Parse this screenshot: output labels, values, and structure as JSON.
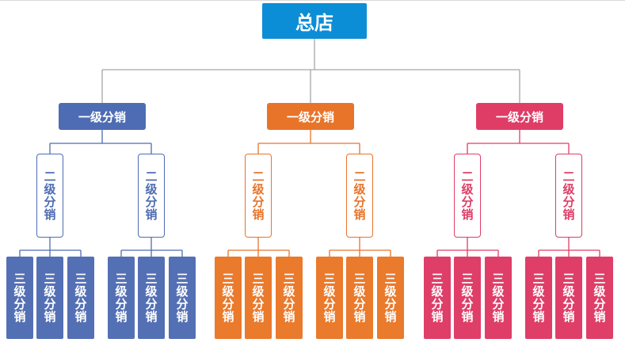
{
  "root": {
    "label": "总店",
    "color": "#0b8ed6"
  },
  "line_color": "#a6a6a6",
  "branches": [
    {
      "label": "一级分销",
      "color": "#4e6cb3",
      "tier3_color": "#5470b5",
      "children": [
        {
          "label": "二级分销",
          "children": [
            "三级分销",
            "三级分销",
            "三级分销"
          ]
        },
        {
          "label": "二级分销",
          "children": [
            "三级分销",
            "三级分销",
            "三级分销"
          ]
        }
      ]
    },
    {
      "label": "一级分销",
      "color": "#e8742a",
      "tier3_color": "#ea7a2c",
      "children": [
        {
          "label": "二级分销",
          "children": [
            "三级分销",
            "三级分销",
            "三级分销"
          ]
        },
        {
          "label": "二级分销",
          "children": [
            "三级分销",
            "三级分销",
            "三级分销"
          ]
        }
      ]
    },
    {
      "label": "一级分销",
      "color": "#df3d66",
      "tier3_color": "#df3e68",
      "children": [
        {
          "label": "二级分销",
          "children": [
            "三级分销",
            "三级分销",
            "三级分销"
          ]
        },
        {
          "label": "二级分销",
          "children": [
            "三级分销",
            "三级分销",
            "三级分销"
          ]
        }
      ]
    }
  ]
}
